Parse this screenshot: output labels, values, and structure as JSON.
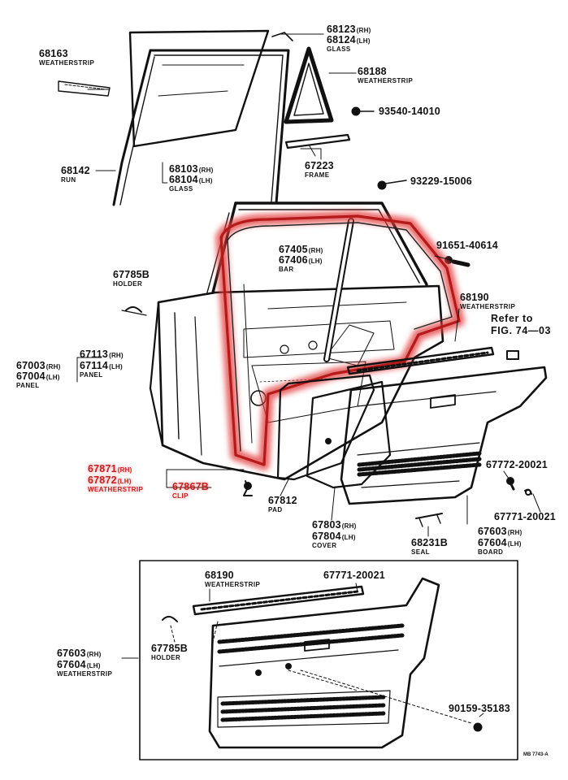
{
  "accent_color": "#e23b3b",
  "labels": [
    {
      "id": "68163",
      "num": "68163",
      "name": "WEATHERSTRIP"
    },
    {
      "id": "68142",
      "num": "68142",
      "name": "RUN"
    },
    {
      "id": "68123",
      "num": "68123",
      "suffix": "(RH)"
    },
    {
      "id": "68124",
      "num": "68124",
      "suffix": "(LH)",
      "name": "GLASS"
    },
    {
      "id": "68188",
      "num": "68188",
      "name": "WEATHERSTRIP"
    },
    {
      "id": "93540",
      "num": "93540-14010"
    },
    {
      "id": "68103",
      "num": "68103",
      "suffix": "(RH)"
    },
    {
      "id": "68104",
      "num": "68104",
      "suffix": "(LH)",
      "name": "GLASS"
    },
    {
      "id": "67223",
      "num": "67223",
      "name": "FRAME"
    },
    {
      "id": "93229",
      "num": "93229-15006"
    },
    {
      "id": "67405",
      "num": "67405",
      "suffix": "(RH)"
    },
    {
      "id": "67406",
      "num": "67406",
      "suffix": "(LH)",
      "name": "BAR"
    },
    {
      "id": "91651",
      "num": "91651-40614"
    },
    {
      "id": "67785a",
      "num": "67785B",
      "name": "HOLDER"
    },
    {
      "id": "68190a",
      "num": "68190",
      "name": "WEATHERSTRIP"
    },
    {
      "id": "67113",
      "num": "67113",
      "suffix": "(RH)"
    },
    {
      "id": "67114",
      "num": "67114",
      "suffix": "(LH)",
      "name": "PANEL"
    },
    {
      "id": "67003",
      "num": "67003",
      "suffix": "(RH)"
    },
    {
      "id": "67004",
      "num": "67004",
      "suffix": "(LH)",
      "name": "PANEL"
    },
    {
      "id": "67871",
      "num": "67871",
      "suffix": "(RH)",
      "highlight": true
    },
    {
      "id": "67872",
      "num": "67872",
      "suffix": "(LH)",
      "name": "WEATHERSTRIP",
      "highlight": true
    },
    {
      "id": "67867",
      "num": "67867B",
      "name": "CLIP",
      "highlight": true
    },
    {
      "id": "67812",
      "num": "67812",
      "name": "PAD"
    },
    {
      "id": "67803",
      "num": "67803",
      "suffix": "(RH)"
    },
    {
      "id": "67804",
      "num": "67804",
      "suffix": "(LH)",
      "name": "COVER"
    },
    {
      "id": "68231",
      "num": "68231B",
      "name": "SEAL"
    },
    {
      "id": "67772",
      "num": "67772-20021"
    },
    {
      "id": "67771a",
      "num": "67771-20021"
    },
    {
      "id": "67603a",
      "num": "67603",
      "suffix": "(RH)"
    },
    {
      "id": "67604a",
      "num": "67604",
      "suffix": "(LH)",
      "name": "BOARD"
    },
    {
      "id": "68190b",
      "num": "68190",
      "name": "WEATHERSTRIP"
    },
    {
      "id": "67771b",
      "num": "67771-20021"
    },
    {
      "id": "67603b",
      "num": "67603",
      "suffix": "(RH)"
    },
    {
      "id": "67604b",
      "num": "67604",
      "suffix": "(LH)",
      "name": "WEATHERSTRIP"
    },
    {
      "id": "67785b",
      "num": "67785B",
      "name": "HOLDER"
    },
    {
      "id": "90159",
      "num": "90159-35183"
    }
  ],
  "refer": {
    "line1": "Refer to",
    "line2": "FIG. 74—03"
  },
  "drawing_code": "MB 7743-A"
}
